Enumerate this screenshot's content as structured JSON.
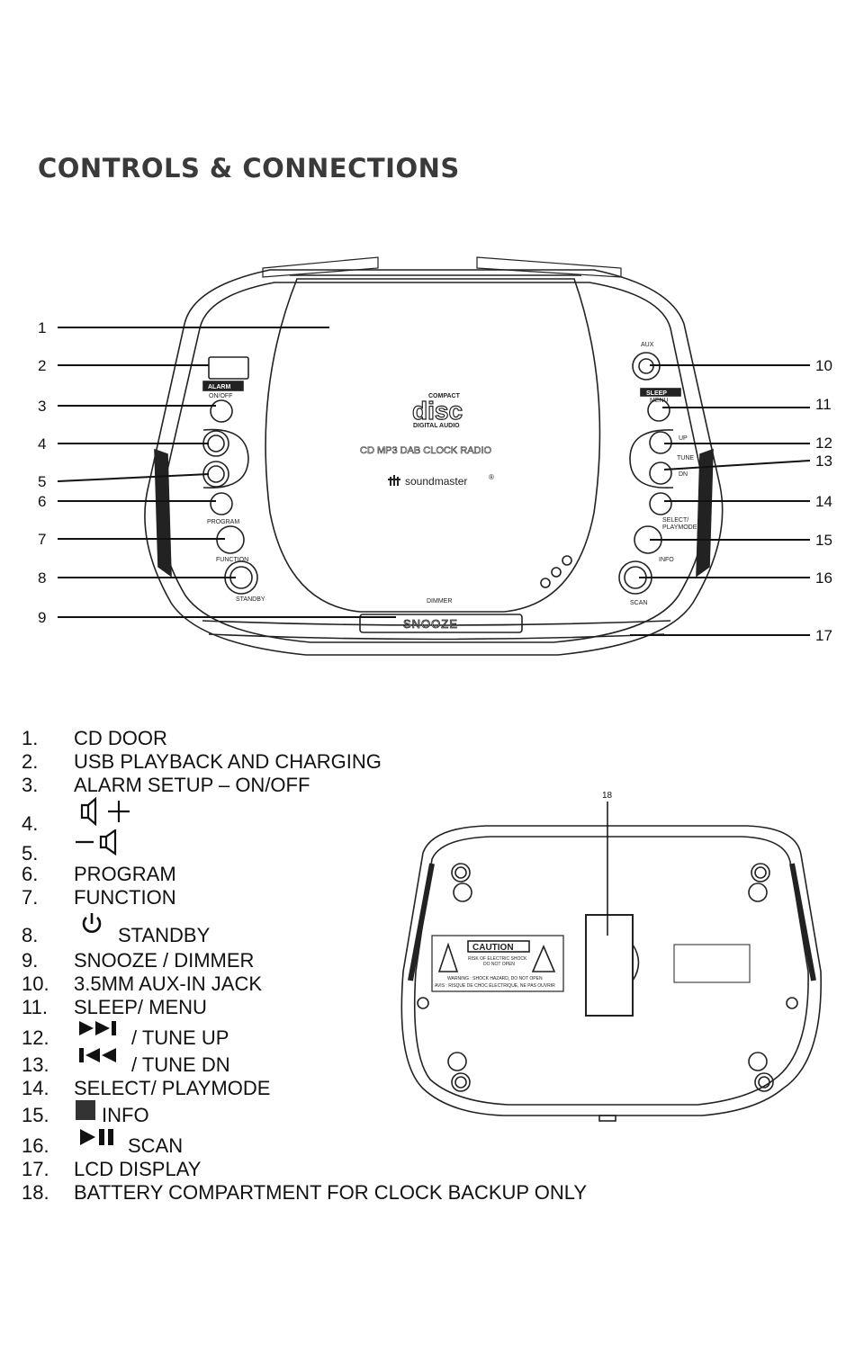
{
  "title": "CONTROLS & CONNECTIONS",
  "front_view": {
    "callouts": [
      "1",
      "2",
      "3",
      "4",
      "5",
      "6",
      "7",
      "8",
      "9",
      "10",
      "11",
      "12",
      "13",
      "14",
      "15",
      "16",
      "17"
    ],
    "labels": {
      "alarm": "ALARM",
      "on_off": "ON/OFF",
      "program": "PROGRAM",
      "function": "FUNCTION",
      "standby": "STANDBY",
      "dimmer": "DIMMER",
      "snooze": "SNOOZE",
      "aux": "AUX",
      "sleep": "SLEEP",
      "menu": "MENU",
      "up": "UP",
      "tune": "TUNE",
      "dn": "DN",
      "select": "SELECT/",
      "playmode": "PLAYMODE",
      "info": "INFO",
      "scan": "SCAN",
      "compact": "COMPACT",
      "disc": "disc",
      "digital_audio": "DIGITAL AUDIO",
      "product": "CD MP3 DAB CLOCK RADIO",
      "brand": "soundmaster",
      "registered": "®"
    }
  },
  "back_view": {
    "callout": "18",
    "caution_title": "CAUTION",
    "caution_line1": "RISK OF ELECTRIC SHOCK",
    "caution_line2": "DO NOT OPEN",
    "warning": "WARNING : SHOCK HAZARD, DO NOT OPEN",
    "avis": "AVIS : RISQUE DE CHOC ÉLECTRIQUE, NE PAS OUVRIR"
  },
  "legend": [
    {
      "num": "1.",
      "label": "CD DOOR",
      "icon": ""
    },
    {
      "num": "2.",
      "label": "USB PLAYBACK AND CHARGING",
      "icon": ""
    },
    {
      "num": "3.",
      "label": "ALARM SETUP – ON/OFF",
      "icon": ""
    },
    {
      "num": "4.",
      "label": "",
      "icon": "volume-up-icon"
    },
    {
      "num": "5.",
      "label": "",
      "icon": "volume-down-icon"
    },
    {
      "num": "6.",
      "label": "PROGRAM",
      "icon": ""
    },
    {
      "num": "7.",
      "label": "FUNCTION",
      "icon": ""
    },
    {
      "num": "8.",
      "label": "STANDBY",
      "icon": "power-icon"
    },
    {
      "num": "9.",
      "label": "SNOOZE / DIMMER",
      "icon": ""
    },
    {
      "num": "10.",
      "label": "3.5MM AUX-IN JACK",
      "icon": ""
    },
    {
      "num": "11.",
      "label": "SLEEP/ MENU",
      "icon": ""
    },
    {
      "num": "12.",
      "label": "/ TUNE UP",
      "icon": "skip-forward-icon"
    },
    {
      "num": "13.",
      "label": "/ TUNE DN",
      "icon": "skip-back-icon"
    },
    {
      "num": "14.",
      "label": "SELECT/ PLAYMODE",
      "icon": ""
    },
    {
      "num": "15.",
      "label": "INFO",
      "icon": "stop-icon"
    },
    {
      "num": "16.",
      "label": "SCAN",
      "icon": "play-pause-icon"
    },
    {
      "num": "17.",
      "label": "LCD DISPLAY",
      "icon": ""
    },
    {
      "num": "18.",
      "label": "BATTERY COMPARTMENT FOR CLOCK BACKUP ONLY",
      "icon": ""
    }
  ]
}
